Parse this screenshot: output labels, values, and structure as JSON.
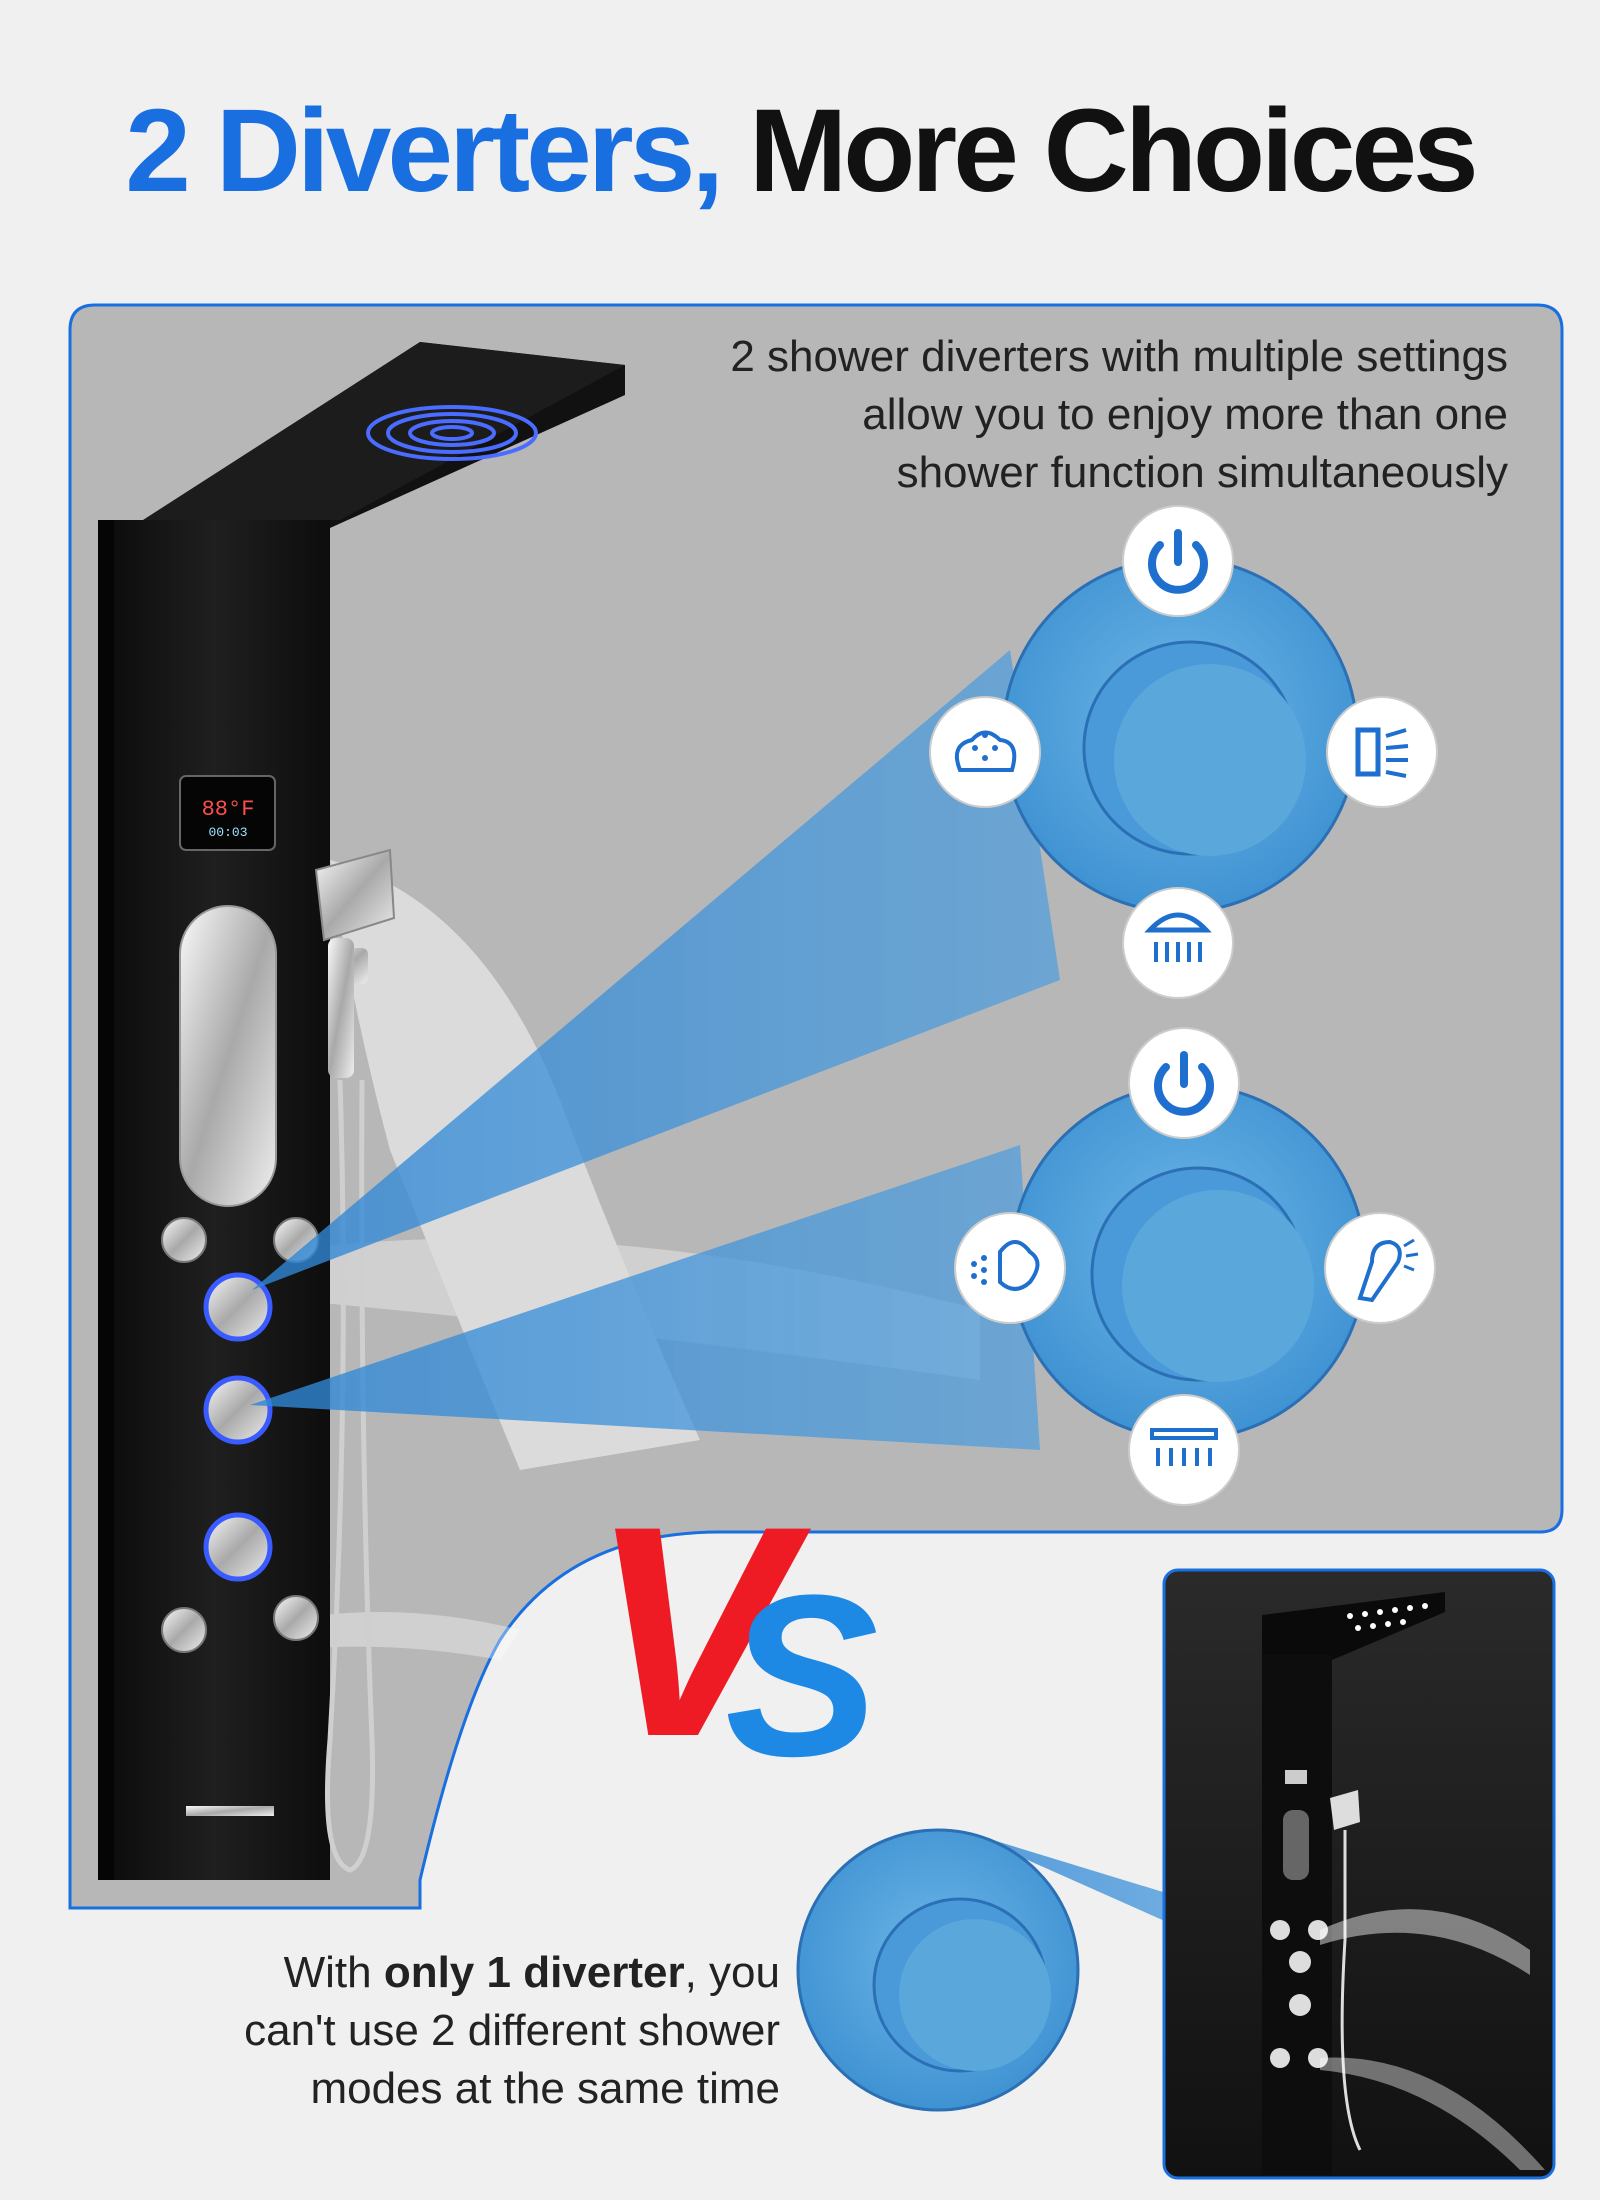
{
  "title": {
    "part1": "2 Diverters,",
    "part2": "More Choices"
  },
  "colors": {
    "brand_blue": "#1a6fe0",
    "vs_red": "#ee1b24",
    "vs_blue": "#1e88e5",
    "panel_gray": "#b5b5b5",
    "knob_blue": "#5aa7dc"
  },
  "top_description": {
    "lines": [
      "2 shower diverters with multiple settings",
      "allow you to enjoy more than one",
      "shower function simultaneously"
    ]
  },
  "bottom_description": {
    "pre": "With ",
    "bold": "only 1 diverter",
    "post1": ", you",
    "line2": "can't use 2 different shower",
    "line3": "modes at the same time"
  },
  "vs": {
    "v": "V",
    "s": "S"
  },
  "display": {
    "temp": "88°F",
    "timer": "00:03"
  },
  "diverter1": {
    "icons": [
      "power-icon",
      "body-jet-icon",
      "side-spray-icon",
      "rain-shower-icon"
    ]
  },
  "diverter2": {
    "icons": [
      "power-icon",
      "mist-icon",
      "handheld-shower-icon",
      "waterfall-icon"
    ]
  },
  "single_diverter": {
    "icons": []
  }
}
